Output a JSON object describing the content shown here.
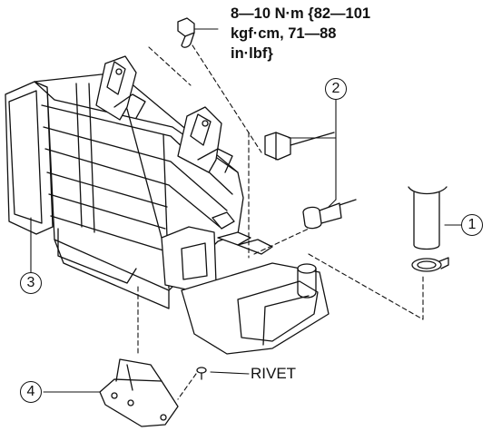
{
  "torque_spec": {
    "line1": "8—10 N·m {82—101",
    "line2": "kgf·cm, 71—88",
    "line3": "in·lbf}"
  },
  "callouts": {
    "c1": "1",
    "c2": "2",
    "c3": "3",
    "c4": "4"
  },
  "rivet_label": "RIVET"
}
